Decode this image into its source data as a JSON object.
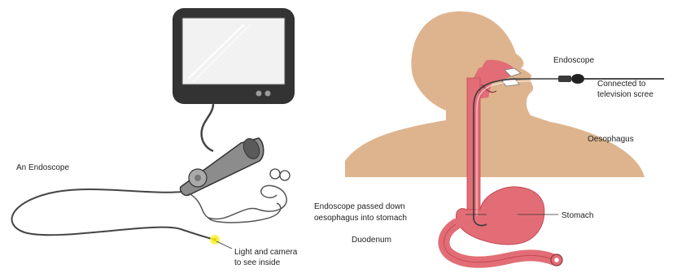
{
  "left_panel": {
    "title": "An Endoscope",
    "callout_light_line1": "Light and camera",
    "callout_light_line2": "to see inside"
  },
  "right_panel": {
    "label_endoscope": "Endoscope",
    "label_connected_line1": "Connected to",
    "label_connected_line2": "television scree",
    "label_oesophagus": "Oesophagus",
    "label_passed_line1": "Endoscope passed down",
    "label_passed_line2": "oesophagus into stomach",
    "label_stomach": "Stomach",
    "label_duodenum": "Duodenum"
  },
  "colors": {
    "skin": "#deb48e",
    "organ": "#e26d76",
    "organ_dark": "#c24a55",
    "monitor_frame": "#333333",
    "screen": "#f2f2f2",
    "scope_line": "#444444",
    "light_highlight": "#f6f236"
  }
}
